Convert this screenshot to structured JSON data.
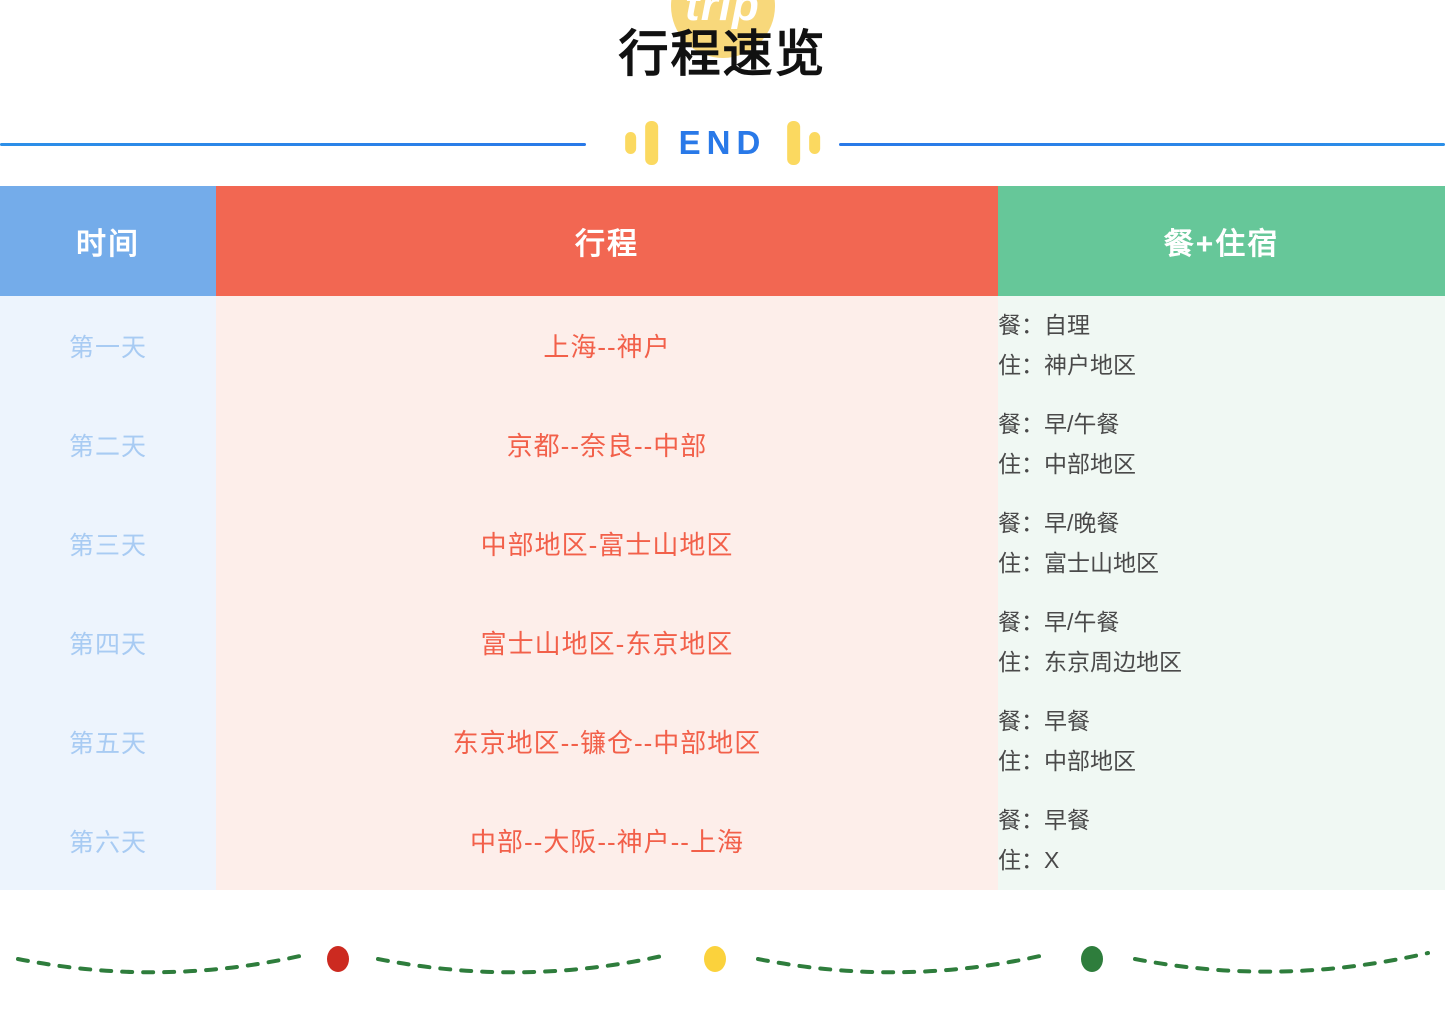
{
  "header": {
    "title": "行程速览",
    "badge_text": "trip",
    "divider_label": "END"
  },
  "table": {
    "columns": [
      {
        "key": "time",
        "label": "时间",
        "color": "#74ACEA"
      },
      {
        "key": "route",
        "label": "行程",
        "color": "#F26752"
      },
      {
        "key": "stay",
        "label": "餐+住宿",
        "color": "#66C799"
      }
    ],
    "rows": [
      {
        "day": "第一天",
        "route": "上海--神户",
        "meal": "餐：自理",
        "lodging": "住：神户地区"
      },
      {
        "day": "第二天",
        "route": "京都--奈良--中部",
        "meal": "餐：早/午餐",
        "lodging": "住：中部地区"
      },
      {
        "day": "第三天",
        "route": "中部地区-富士山地区",
        "meal": "餐：早/晚餐",
        "lodging": "住：富士山地区"
      },
      {
        "day": "第四天",
        "route": "富士山地区-东京地区",
        "meal": "餐：早/午餐",
        "lodging": "住：东京周边地区"
      },
      {
        "day": "第五天",
        "route": "东京地区--镰仓--中部地区",
        "meal": "餐：早餐",
        "lodging": "住：中部地区"
      },
      {
        "day": "第六天",
        "route": "中部--大阪--神户--上海",
        "meal": "餐：早餐",
        "lodging": "住：X"
      }
    ]
  },
  "footer": {
    "dots": [
      {
        "name": "red-dot",
        "color": "#CC2A20"
      },
      {
        "name": "yellow-dot",
        "color": "#FBD23C"
      },
      {
        "name": "green-dot",
        "color": "#2E7D3C"
      }
    ],
    "curve_color": "#2E7D3C"
  }
}
